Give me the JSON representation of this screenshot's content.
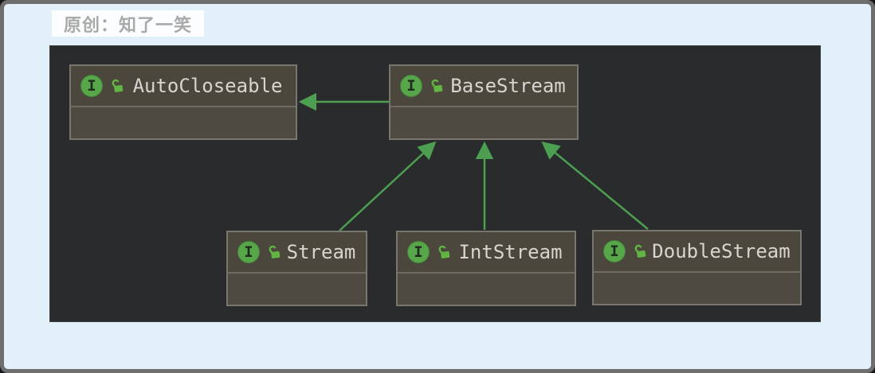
{
  "page": {
    "watermark": "原创：知了一笑"
  },
  "diagram": {
    "type": "uml-class-diagram",
    "interface_badge": "I",
    "colors": {
      "arrow_green": "#4c9e50",
      "icon_green": "#57a64a",
      "lock_green": "#62b543",
      "node_header_bg": "#4b473d",
      "node_body_bg": "#4e4a41",
      "node_border": "#79766d",
      "diagram_bg": "#2a2b2c",
      "page_bg": "#e2f0fa",
      "label_text": "#d6d5d0"
    },
    "nodes": [
      {
        "label": "AutoCloseable",
        "stereotype": "interface",
        "visibility": "public"
      },
      {
        "label": "BaseStream",
        "stereotype": "interface",
        "visibility": "public"
      },
      {
        "label": "Stream",
        "stereotype": "interface",
        "visibility": "public"
      },
      {
        "label": "IntStream",
        "stereotype": "interface",
        "visibility": "public"
      },
      {
        "label": "DoubleStream",
        "stereotype": "interface",
        "visibility": "public"
      }
    ],
    "edges": [
      {
        "from": "BaseStream",
        "to": "AutoCloseable",
        "relation": "extends"
      },
      {
        "from": "Stream",
        "to": "BaseStream",
        "relation": "extends"
      },
      {
        "from": "IntStream",
        "to": "BaseStream",
        "relation": "extends"
      },
      {
        "from": "DoubleStream",
        "to": "BaseStream",
        "relation": "extends"
      }
    ]
  }
}
